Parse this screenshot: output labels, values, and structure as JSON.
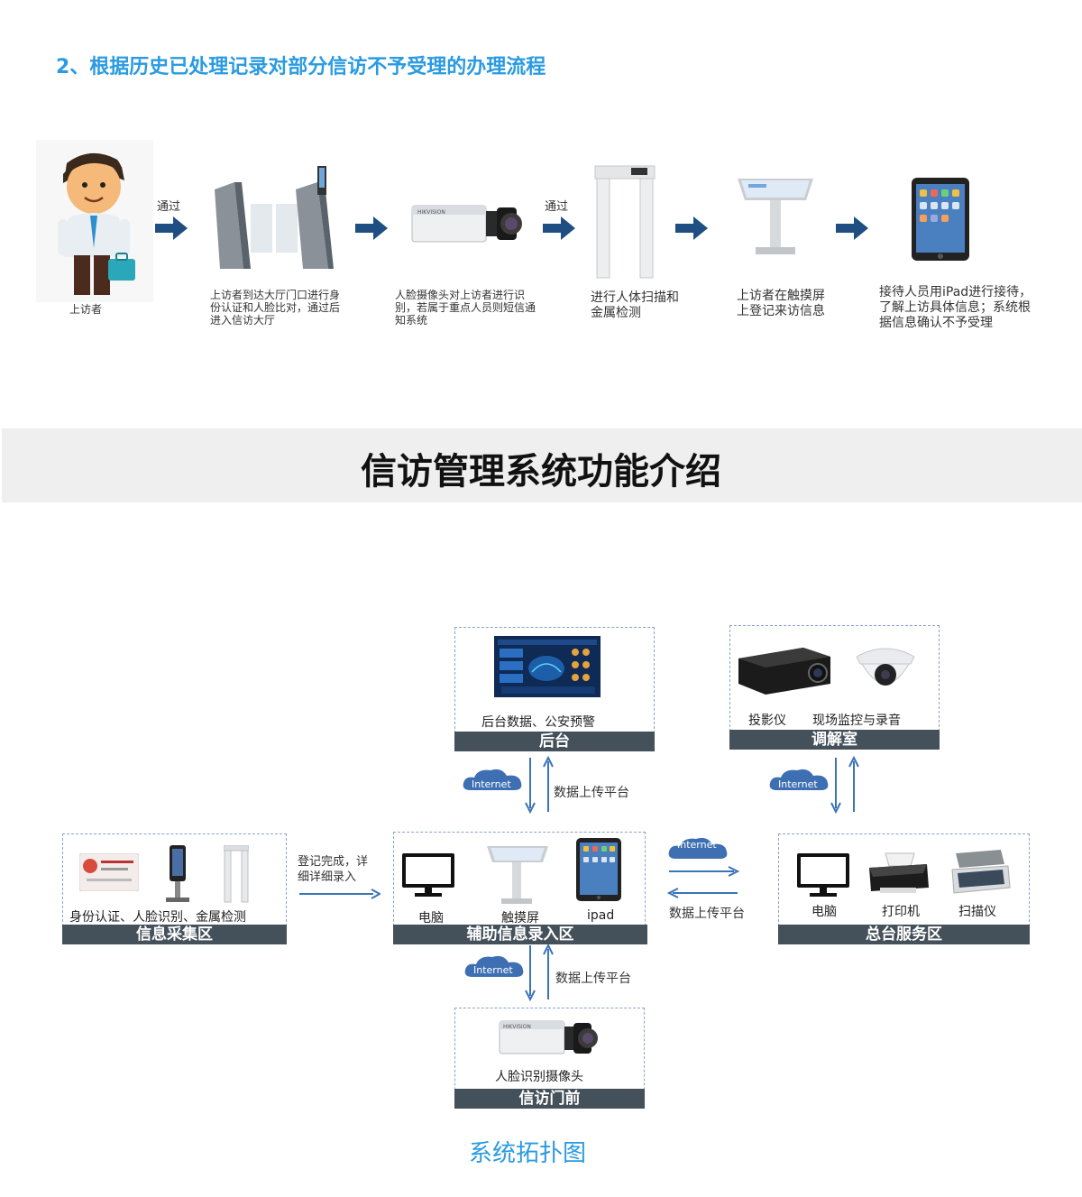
{
  "section_title": "2、根据历史已处理记录对部分信访不予受理的办理流程",
  "flow": {
    "pass_label_1": "通过",
    "pass_label_2": "通过",
    "steps": [
      {
        "text": "上访者"
      },
      {
        "text": "上访者到达大厅门口进行身份认证和人脸比对，通过后进入信访大厅"
      },
      {
        "text": "人脸摄像头对上访者进行识别，若属于重点人员则短信通知系统"
      },
      {
        "text": "进行人体扫描和金属检测"
      },
      {
        "text": "上访者在触摸屏上登记来访信息"
      },
      {
        "text": "接待人员用iPad进行接待，了解上访具体信息；系统根据信息确认不予受理"
      }
    ]
  },
  "banner_title": "信访管理系统功能介绍",
  "topology": {
    "backend": {
      "caption": "后台数据、公安预警",
      "bar": "后台"
    },
    "mediation": {
      "caption_projector": "投影仪",
      "caption_monitor": "现场监控与录音",
      "bar": "调解室"
    },
    "collect": {
      "caption": "身份认证、人脸识别、金属检测",
      "bar": "信息采集区"
    },
    "assist": {
      "label_pc": "电脑",
      "label_touch": "触摸屏",
      "label_ipad": "ipad",
      "bar": "辅助信息录入区"
    },
    "service": {
      "label_pc": "电脑",
      "label_printer": "打印机",
      "label_scanner": "扫描仪",
      "bar": "总台服务区"
    },
    "gate": {
      "caption": "人脸识别摄像头",
      "bar": "信访门前"
    },
    "link_upload_top": "数据上传平台",
    "link_upload_mid": "数据上传平台",
    "link_upload_bottom": "数据上传平台",
    "link_register_1": "登记完成，详",
    "link_register_2": "细详细录入",
    "cloud_label": "Internet",
    "cloud_label_mid": "Internet",
    "cloud_label_right": "Internet",
    "cloud_label_bottom": "Internet"
  },
  "caption": "系统拓扑图",
  "colors": {
    "accent": "#2a9be0",
    "bar": "#44505a",
    "arrow": "#1f4f82",
    "cloud": "#3f6fb3"
  }
}
